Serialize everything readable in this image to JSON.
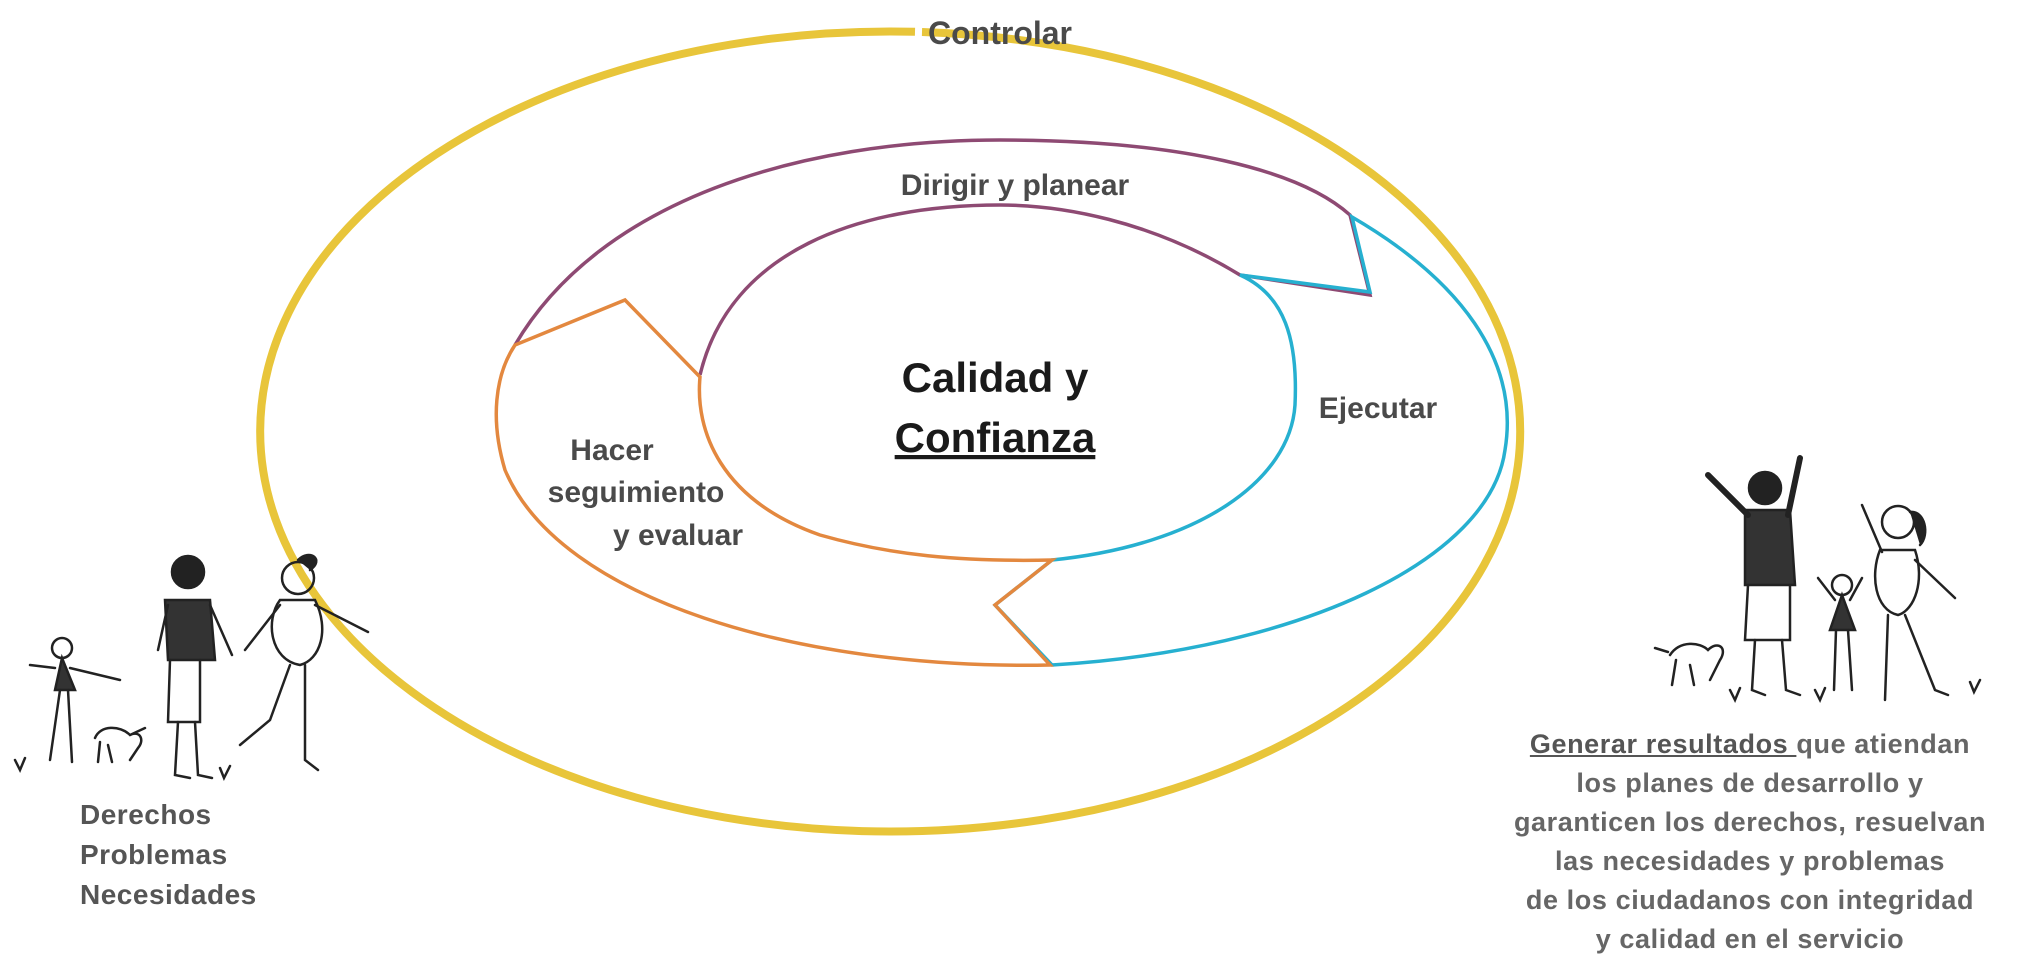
{
  "outer_label": "Controlar",
  "cycle": {
    "top": "Dirigir y planear",
    "right": "Ejecutar",
    "left_lines": [
      "Hacer",
      "seguimiento",
      "y evaluar"
    ]
  },
  "center": {
    "line1": "Calidad y",
    "line2": "Confianza"
  },
  "left_list": [
    "Derechos",
    "Problemas",
    "Necesidades"
  ],
  "right_text": {
    "highlight": "Generar resultados ",
    "rest_first": "que atiendan",
    "lines": [
      "los planes de desarrollo y",
      "garanticen los derechos, resuelvan",
      "las necesidades y problemas",
      "de los ciudadanos con integridad",
      "y calidad en el servicio"
    ]
  },
  "colors": {
    "outer": "#e8c53a",
    "plan": "#8e4a73",
    "execute": "#26b0d0",
    "evaluate": "#e3883f"
  },
  "icons": [
    "family-walking-illustration",
    "family-celebrating-illustration"
  ]
}
